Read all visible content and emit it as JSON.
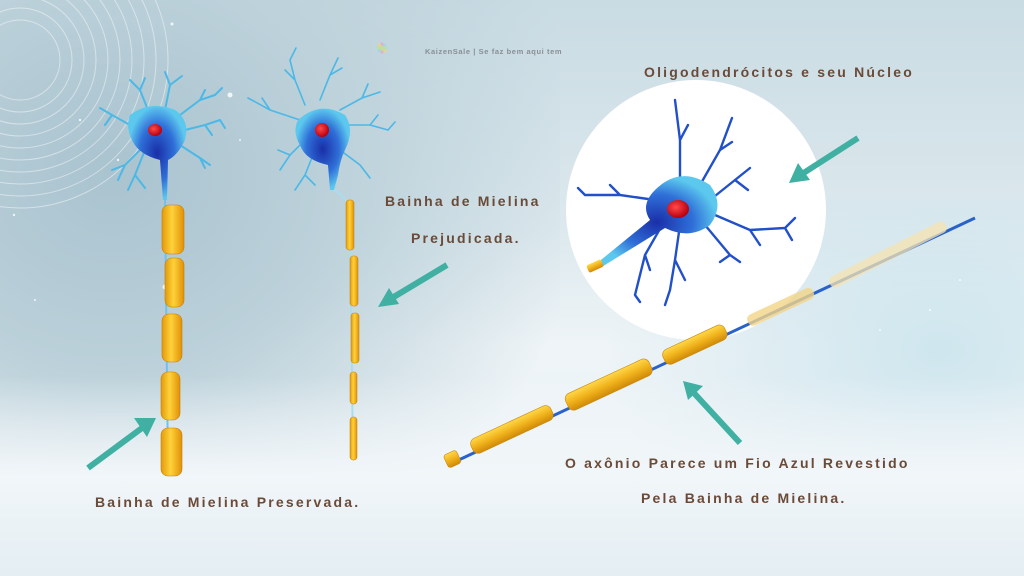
{
  "brand": {
    "logo_icon": "lotus-logo-icon",
    "text": "KaizenSale | Se faz bem aqui tem"
  },
  "labels": {
    "oligodendrocytes_title": "Oligodendrócitos e seu Núcleo",
    "damaged_line1": "Bainha de Mielina",
    "damaged_line2": "Prejudicada.",
    "preserved": "Bainha de Mielina Preservada.",
    "axon_line1": "O axônio Parece um Fio Azul Revestido",
    "axon_line2": "Pela Bainha de Mielina."
  },
  "colors": {
    "label_text": "#6b4a38",
    "arrow": "#3fb0a2",
    "myelin": "#f2b21a",
    "axon_blue": "#2a62c9",
    "cell_dark": "#1c3fb8",
    "cell_light": "#4fc3ea",
    "nucleus": "#d4101c"
  },
  "diagram": {
    "neurons": [
      {
        "id": "preserved-neuron",
        "myelin_segments": 5,
        "state": "preserved"
      },
      {
        "id": "damaged-neuron",
        "myelin_segments": 5,
        "state": "damaged"
      },
      {
        "id": "oligodendrocyte",
        "state": "zoomed"
      }
    ],
    "arrows": [
      "arrow-to-preserved-myelin",
      "arrow-to-damaged-myelin",
      "arrow-to-oligodendrocyte",
      "arrow-to-axon"
    ]
  }
}
